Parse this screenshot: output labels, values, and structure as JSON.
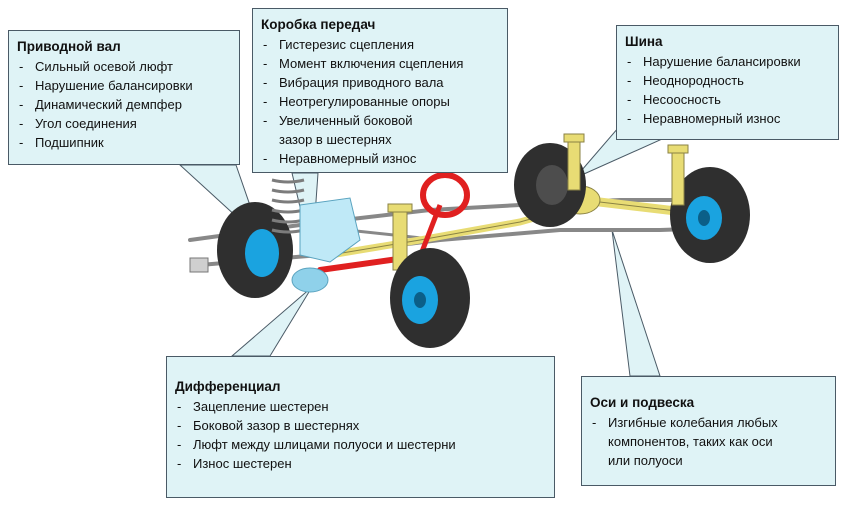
{
  "callouts": {
    "driveshaft": {
      "title": "Приводной вал",
      "items": [
        "Сильный осевой люфт",
        "Нарушение балансировки",
        "Динамический демпфер",
        "Угол соединения",
        "Подшипник"
      ]
    },
    "gearbox": {
      "title": "Коробка передач",
      "items": [
        "Гистерезис сцепления",
        "Момент включения сцепления",
        "Вибрация приводного вала",
        "Неотрегулированные опоры",
        "Увеличенный боковой\nзазор в шестернях",
        "Неравномерный износ"
      ]
    },
    "tire": {
      "title": "Шина",
      "items": [
        "Нарушение балансировки",
        "Неоднородность",
        "Несоосность",
        "Неравномерный износ"
      ]
    },
    "differential": {
      "title": "Дифференциал",
      "items": [
        "Зацепление шестерен",
        "Боковой зазор в шестернях",
        "Люфт между шлицами полуоси и шестерни",
        "Износ шестерен"
      ]
    },
    "axles": {
      "title": "Оси и подвеска",
      "items": [
        "Изгибные колебания любых\nкомпонентов, таких как оси\nили полуоси"
      ]
    }
  },
  "colors": {
    "callout_fill": "#dff3f6",
    "callout_border": "#4a5a66",
    "highlight_blue": "#1aa3e0",
    "steering_red": "#e02020",
    "suspension_yellow": "#e8dc74",
    "tire_dark": "#2f2f2f"
  }
}
